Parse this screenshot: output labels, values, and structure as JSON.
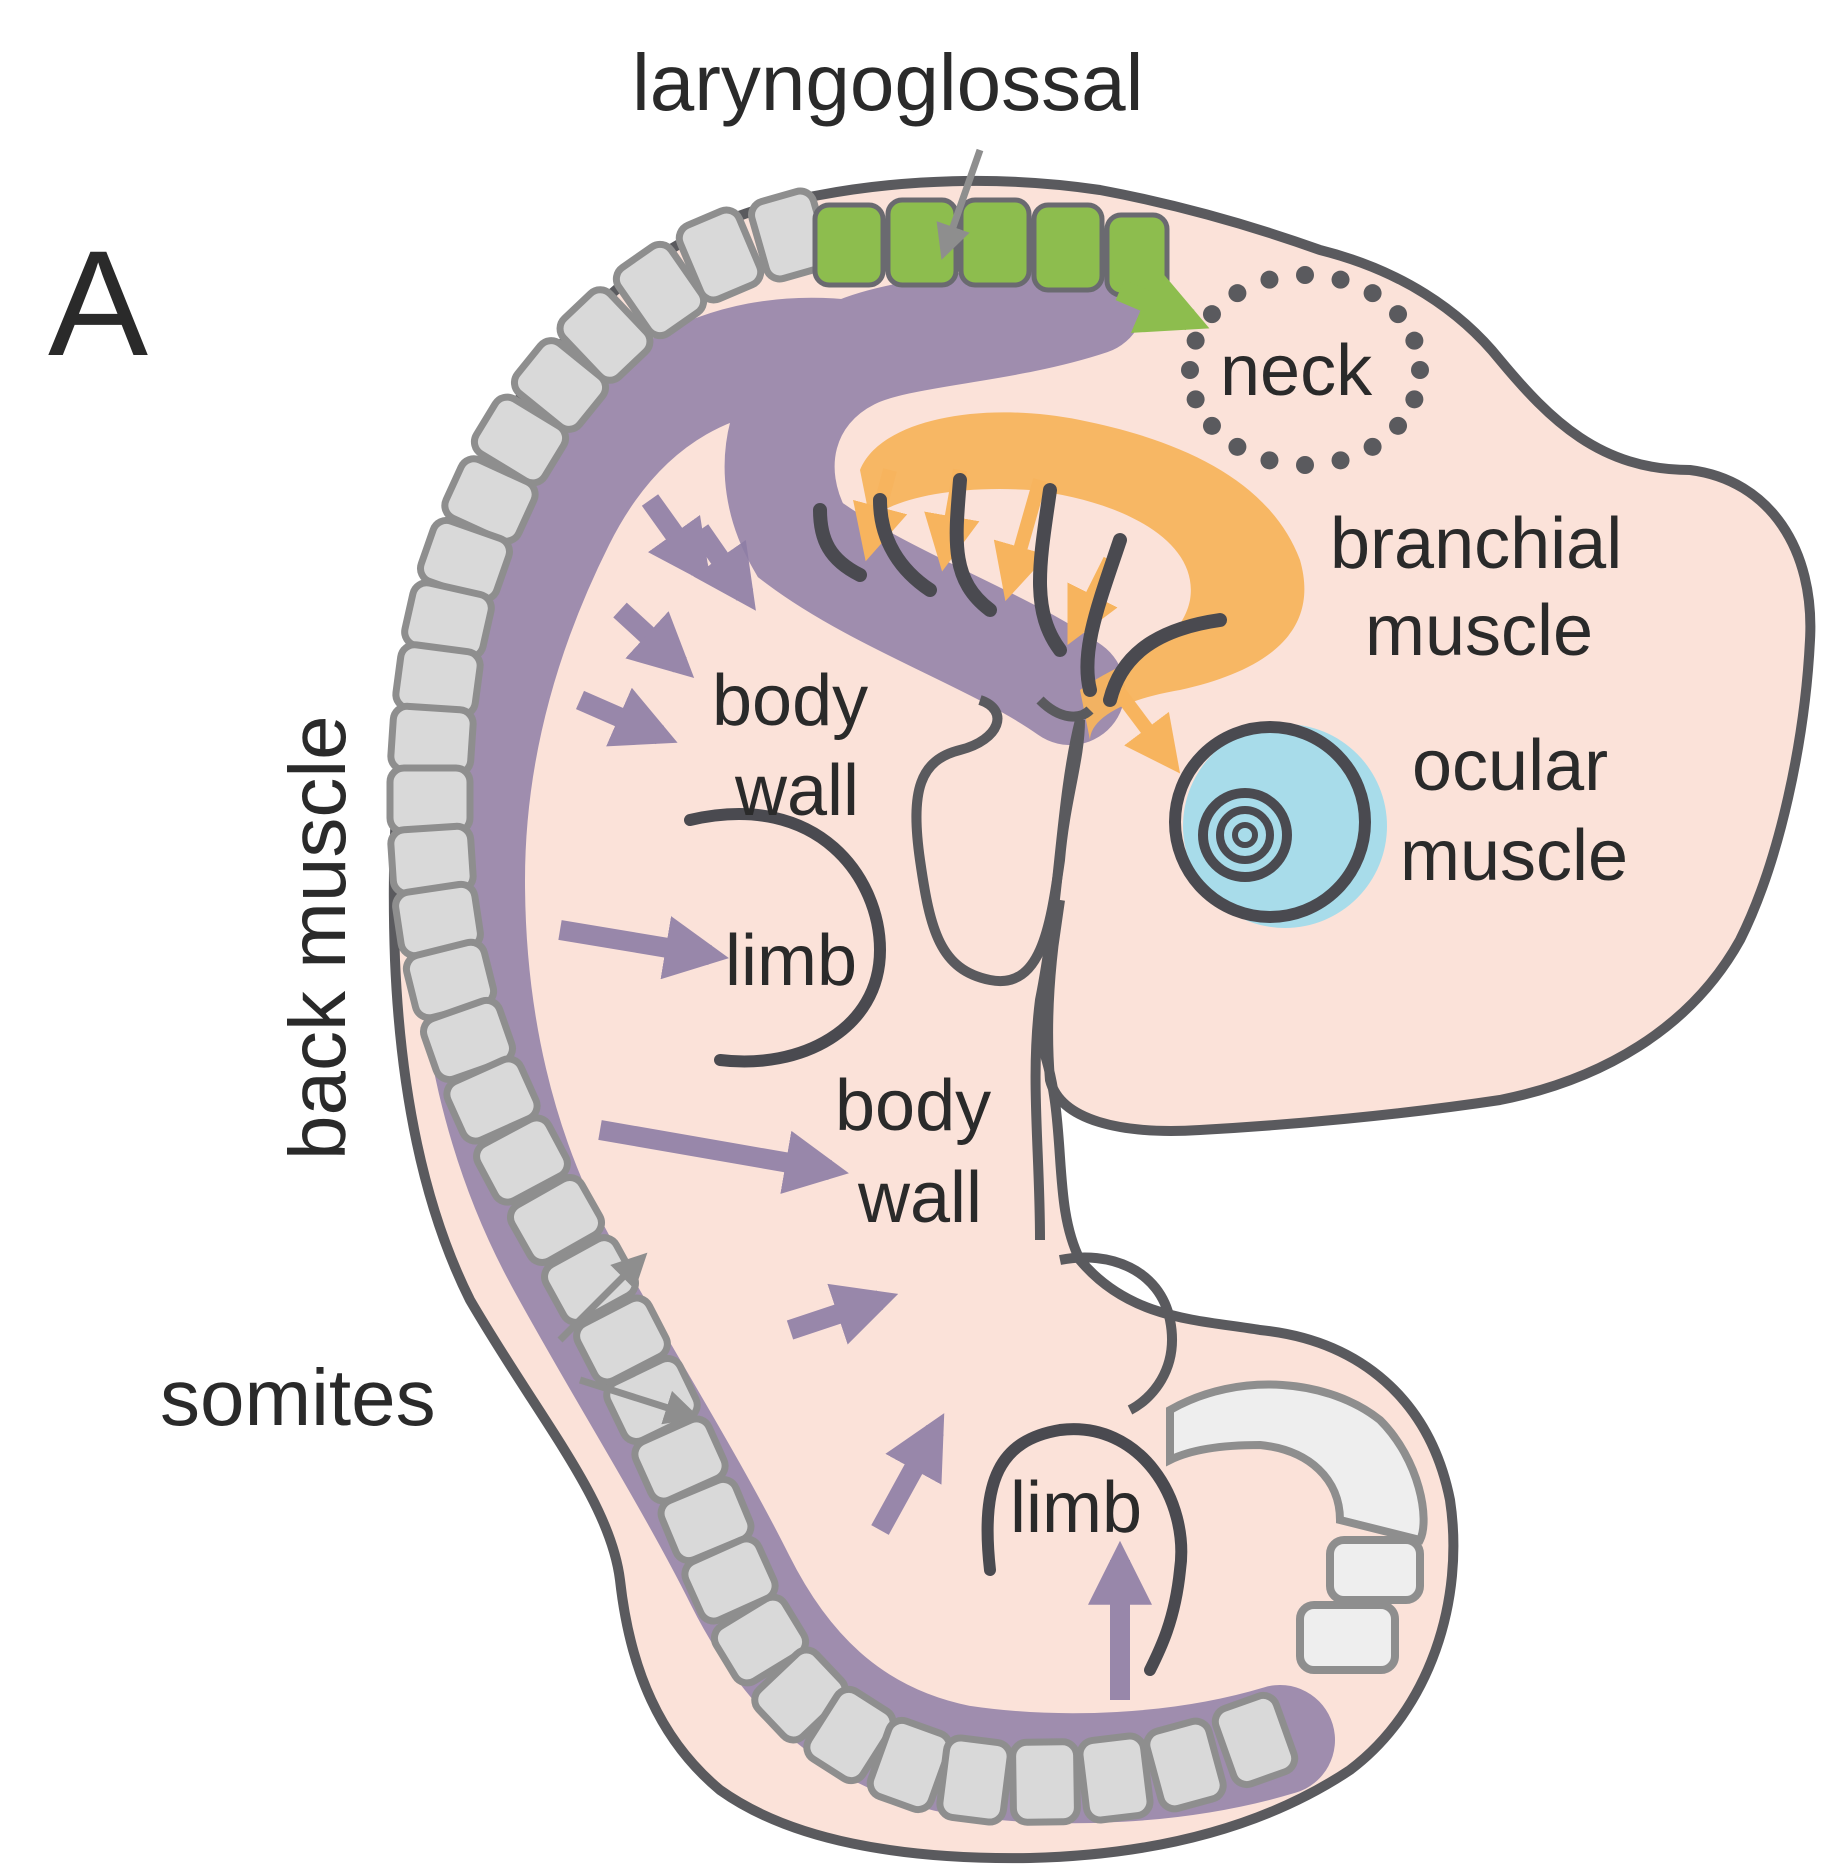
{
  "figure": {
    "panel_label": "A",
    "labels": {
      "laryngoglossal": "laryngoglossal",
      "neck": "neck",
      "branchial_line1": "branchial",
      "branchial_line2": "muscle",
      "ocular_line1": "ocular",
      "ocular_line2": "muscle",
      "body_wall_upper_line1": "body",
      "body_wall_upper_line2": "wall",
      "limb_upper": "limb",
      "body_wall_lower_line1": "body",
      "body_wall_lower_line2": "wall",
      "limb_lower": "limb",
      "back_muscle": "back muscle",
      "somites": "somites"
    },
    "colors": {
      "embryo_fill": "#fbe2d9",
      "outline": "#5a5a5e",
      "somite_fill": "#d9d9d9",
      "somite_stroke": "#8e8e8e",
      "tail_somite_fill": "#eeeeee",
      "dermomyotome": "#8e7ea6",
      "laryngoglossal_green": "#8dbd4e",
      "branchial_orange": "#f7b45e",
      "eye_blue": "#a8dcea",
      "arrow_gray": "#8e8e8e"
    }
  }
}
